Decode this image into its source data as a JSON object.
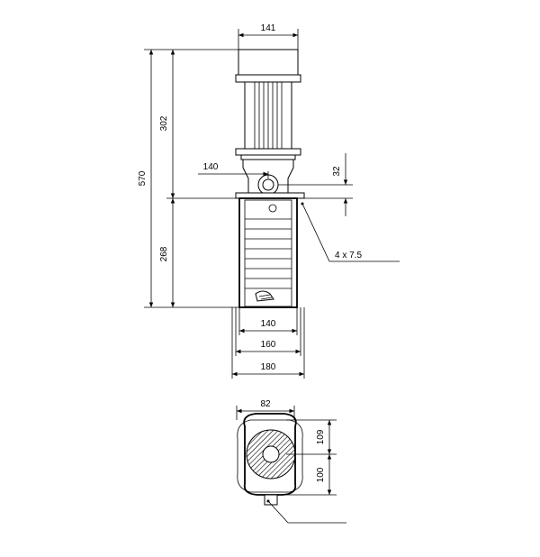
{
  "drawing": {
    "dimensions": {
      "motor_width": "141",
      "overall_height": "570",
      "upper_height": "302",
      "lower_height": "268",
      "port_offset_x": "140",
      "port_offset_y": "32",
      "base_inner": "140",
      "base_mid": "160",
      "base_outer": "180",
      "hole_spec": "4 x 7.5",
      "top_view_width": "82",
      "top_view_upper": "109",
      "top_view_lower": "100"
    }
  }
}
